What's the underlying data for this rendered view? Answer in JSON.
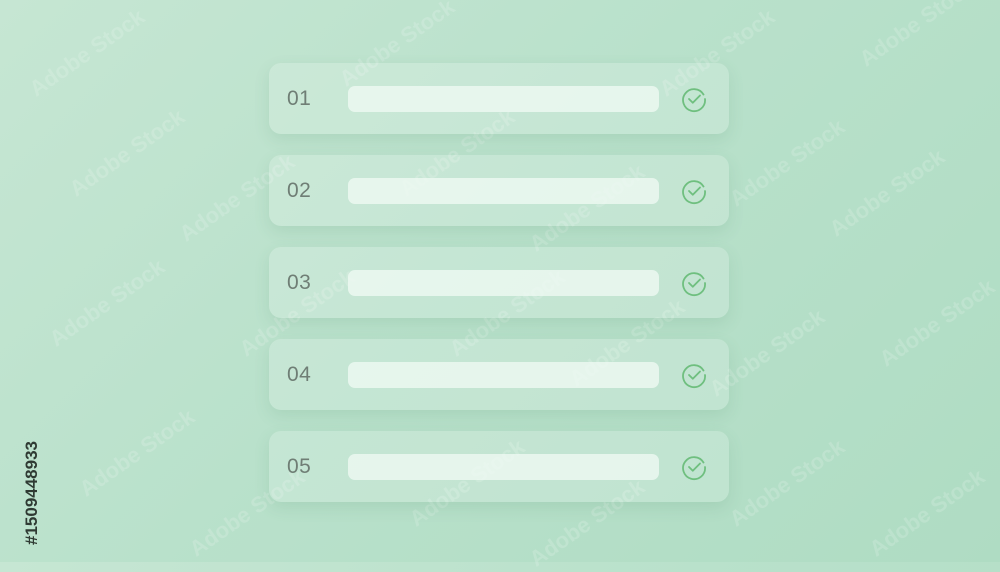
{
  "rows": [
    {
      "number": "01",
      "status_icon": "check-circle-icon"
    },
    {
      "number": "02",
      "status_icon": "check-circle-icon"
    },
    {
      "number": "03",
      "status_icon": "check-circle-icon"
    },
    {
      "number": "04",
      "status_icon": "check-circle-icon"
    },
    {
      "number": "05",
      "status_icon": "check-circle-icon"
    }
  ],
  "colors": {
    "background": "#b9e1cb",
    "check": "#6fbf7f",
    "number_text": "#6f7e75"
  },
  "watermark": {
    "brand": "Adobe Stock",
    "id": "#1509448933"
  }
}
